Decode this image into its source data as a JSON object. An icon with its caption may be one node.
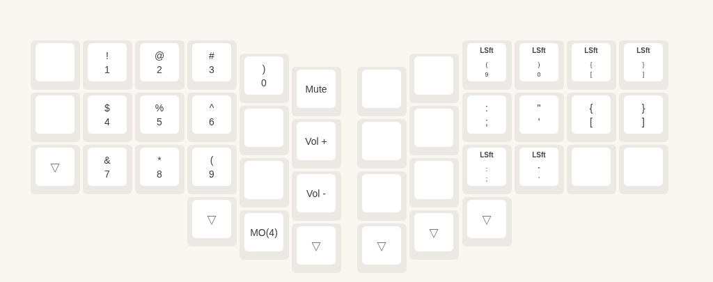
{
  "diagram": {
    "nodes": [
      {
        "text": [],
        "shape": "box"
      },
      {
        "text": [
          "!",
          "1"
        ]
      },
      {
        "text": [
          "@",
          "2"
        ]
      },
      {
        "text": [
          "#",
          "3"
        ]
      },
      {
        "text": [
          ")",
          "0"
        ]
      },
      {
        "text": [
          "Mute"
        ]
      },
      {
        "text": [],
        "shape": "box"
      },
      {
        "text": [],
        "shape": "box"
      },
      {
        "text": [
          "LSft",
          "(",
          "9"
        ]
      },
      {
        "text": [
          "LSft",
          ")",
          "0"
        ]
      },
      {
        "text": [
          "LSft",
          "{",
          "["
        ]
      },
      {
        "text": [
          "LSft",
          "}",
          "]"
        ]
      },
      {
        "text": [],
        "shape": "box"
      },
      {
        "text": [
          "$",
          "4"
        ]
      },
      {
        "text": [
          "%",
          "5"
        ]
      },
      {
        "text": [
          "^",
          "6"
        ]
      },
      {
        "text": [],
        "shape": "box"
      },
      {
        "text": [
          "Vol +"
        ]
      },
      {
        "text": [],
        "shape": "box"
      },
      {
        "text": [],
        "shape": "box"
      },
      {
        "text": [
          ":",
          ";"
        ]
      },
      {
        "text": [
          "\"",
          "'"
        ]
      },
      {
        "text": [
          "{",
          "["
        ]
      },
      {
        "text": [
          "}",
          "]"
        ]
      },
      {
        "text": [
          "▽"
        ]
      },
      {
        "text": [
          "&",
          "7"
        ]
      },
      {
        "text": [
          "*",
          "8"
        ]
      },
      {
        "text": [
          "(",
          "9"
        ]
      },
      {
        "text": [],
        "shape": "box"
      },
      {
        "text": [
          "Vol -"
        ]
      },
      {
        "text": [],
        "shape": "box"
      },
      {
        "text": [],
        "shape": "box"
      },
      {
        "text": [
          "LSft",
          ":",
          ";"
        ]
      },
      {
        "text": [
          "LSft",
          "\"",
          "'"
        ]
      },
      {
        "text": [],
        "shape": "box"
      },
      {
        "text": [],
        "shape": "box"
      },
      {
        "text": [
          "▽"
        ]
      },
      {
        "text": [
          "MO(4)"
        ]
      },
      {
        "text": [
          "▽"
        ]
      },
      {
        "text": [
          "▽"
        ]
      },
      {
        "text": [
          "▽"
        ]
      },
      {
        "text": [
          "▽"
        ]
      }
    ]
  }
}
